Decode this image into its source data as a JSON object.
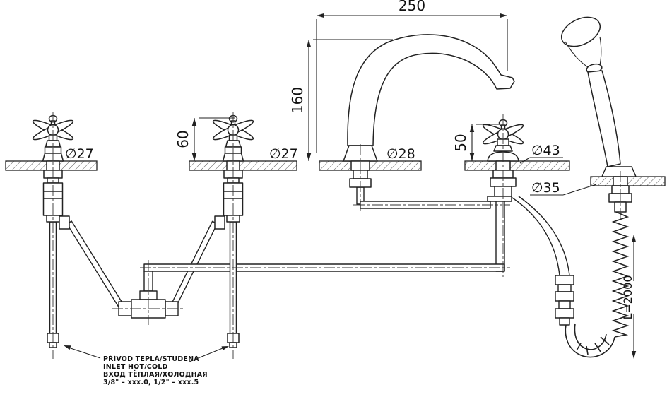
{
  "drawing": {
    "dim_250": "250",
    "dim_160": "160",
    "dim_60": "60",
    "dim_50": "50",
    "hose_length": "L=2000",
    "dia_valve_left": "∅27",
    "dia_valve_right": "∅27",
    "dia_spout": "∅28",
    "dia_mixer": "∅43",
    "dia_shower": "∅35",
    "note_line1": "PŘÍVOD TEPLÁ/STUDENÁ",
    "note_line2": "INLET HOT/COLD",
    "note_line3": "ВХОД ТЁПЛАЯ/ХОЛОДНАЯ",
    "note_line4": "3/8\" – xxx.0, 1/2\" – xxx.5"
  },
  "colors": {
    "line": "#222222",
    "background": "#ffffff"
  }
}
